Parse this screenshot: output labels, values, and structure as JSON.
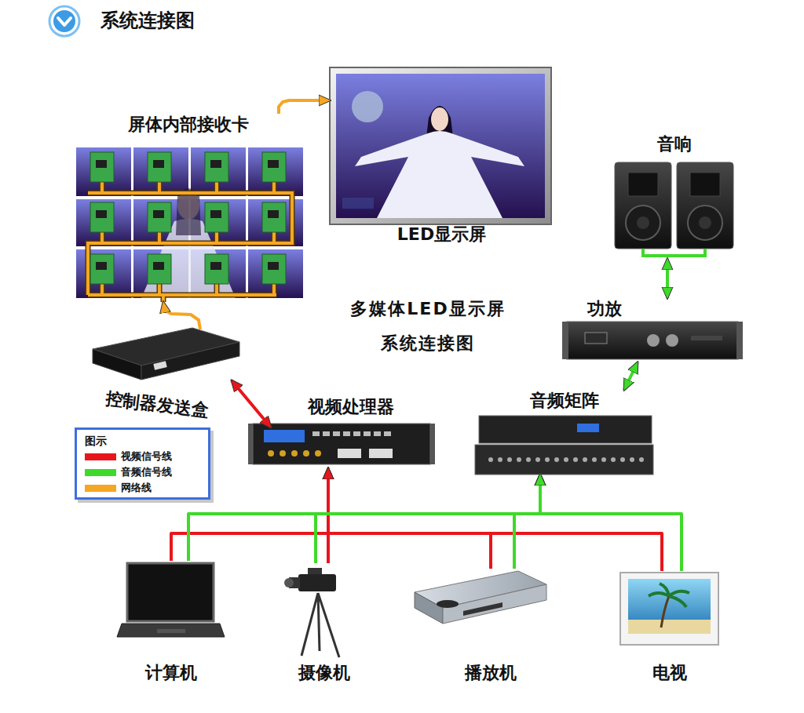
{
  "diagram": {
    "title": "系统连接图",
    "caption": "多媒体LED显示屏 系统连接图",
    "nodes": [
      {
        "text": [
          "屏体内部接收卡"
        ]
      },
      {
        "text": [
          "LED显示屏"
        ]
      },
      {
        "text": [
          "音响"
        ]
      },
      {
        "text": [
          "功放"
        ]
      },
      {
        "text": [
          "控制器发送盒"
        ]
      },
      {
        "text": [
          "视频处理器"
        ]
      },
      {
        "text": [
          "音频矩阵"
        ]
      },
      {
        "text": [
          "计算机"
        ]
      },
      {
        "text": [
          "摄像机"
        ]
      },
      {
        "text": [
          "播放机"
        ]
      },
      {
        "text": [
          "电视"
        ]
      }
    ],
    "edges": [
      {
        "from": 0,
        "to": 1,
        "arrow": "to"
      },
      {
        "from": 4,
        "to": 0,
        "arrow": "to"
      },
      {
        "from": 5,
        "to": 4,
        "arrow": "both"
      },
      {
        "from": 6,
        "to": 3,
        "arrow": "both"
      },
      {
        "from": 3,
        "to": 2,
        "arrow": "both"
      },
      {
        "from": 7,
        "to": 5,
        "arrow": "to"
      },
      {
        "from": 8,
        "to": 5,
        "arrow": "to"
      },
      {
        "from": 9,
        "to": 5,
        "arrow": "to"
      },
      {
        "from": 10,
        "to": 5,
        "arrow": "to"
      },
      {
        "from": 7,
        "to": 6,
        "arrow": "to"
      },
      {
        "from": 8,
        "to": 6,
        "arrow": "to"
      },
      {
        "from": 9,
        "to": 6,
        "arrow": "to"
      },
      {
        "from": 10,
        "to": 6,
        "arrow": "to"
      }
    ],
    "labels": [
      "图示"
    ],
    "legend": [
      {
        "text": "视频信号线",
        "color": "#e8161c"
      },
      {
        "text": "音频信号线",
        "color": "#3fd92a"
      },
      {
        "text": "网络线",
        "color": "#f5a623"
      }
    ]
  }
}
